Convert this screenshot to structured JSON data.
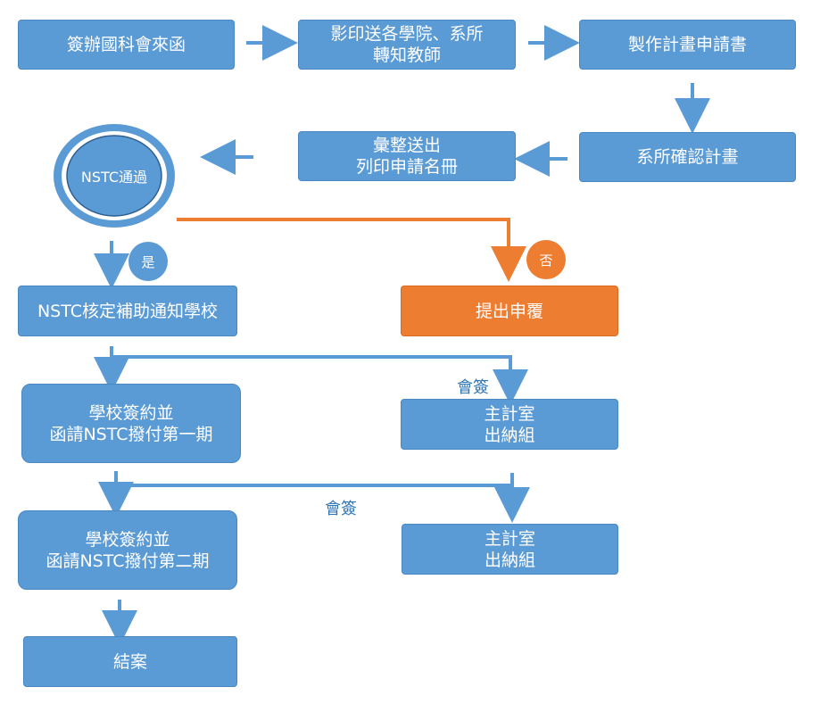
{
  "colors": {
    "box_blue": "#5b9bd5",
    "arrow_blue": "#5b9bd5",
    "orange": "#ed7d31",
    "label_blue": "#2e75b6"
  },
  "nodes": {
    "sign_nstc_letter": "簽辦國科會來函",
    "copy_to_depts": "影印送各學院、系所\n轉知教師",
    "make_application": "製作計畫申請書",
    "dept_confirm": "系所確認計畫",
    "compile_submit": "彙整送出\n列印申請名冊",
    "nstc_pass": "NSTC通過",
    "nstc_approve_notify": "NSTC核定補助通知學校",
    "appeal": "提出申覆",
    "first_payment": "學校簽約並\n函請NSTC撥付第一期",
    "accounting_1": "主計室\n出納組",
    "second_payment": "學校簽約並\n函請NSTC撥付第二期",
    "accounting_2": "主計室\n出納組",
    "close_case": "結案"
  },
  "decisions": {
    "yes": "是",
    "no": "否"
  },
  "labels": {
    "countersign_1": "會簽",
    "countersign_2": "會簽"
  }
}
